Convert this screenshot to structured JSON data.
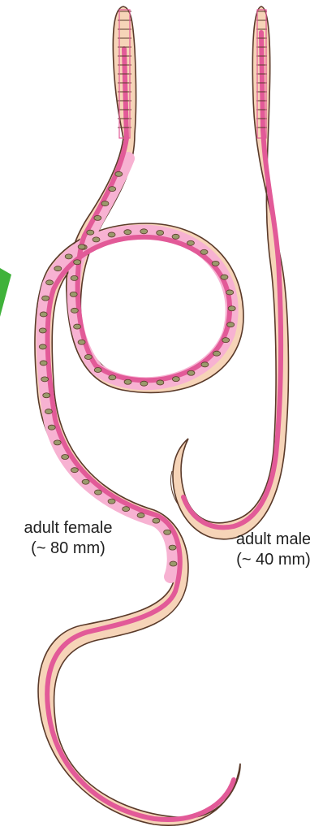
{
  "figure": {
    "colors": {
      "body": "#f6d4b8",
      "outline": "#5a3a2a",
      "gut": "#e25a98",
      "uterus": "#f7b2d2",
      "egg": "#9a9a6c",
      "arrow": "#3fb23a"
    },
    "specimens": [
      {
        "name": "female",
        "label": "adult female",
        "size": "(~ 80 mm)"
      },
      {
        "name": "male",
        "label": "adult male",
        "size": "(~ 40 mm)"
      }
    ]
  }
}
